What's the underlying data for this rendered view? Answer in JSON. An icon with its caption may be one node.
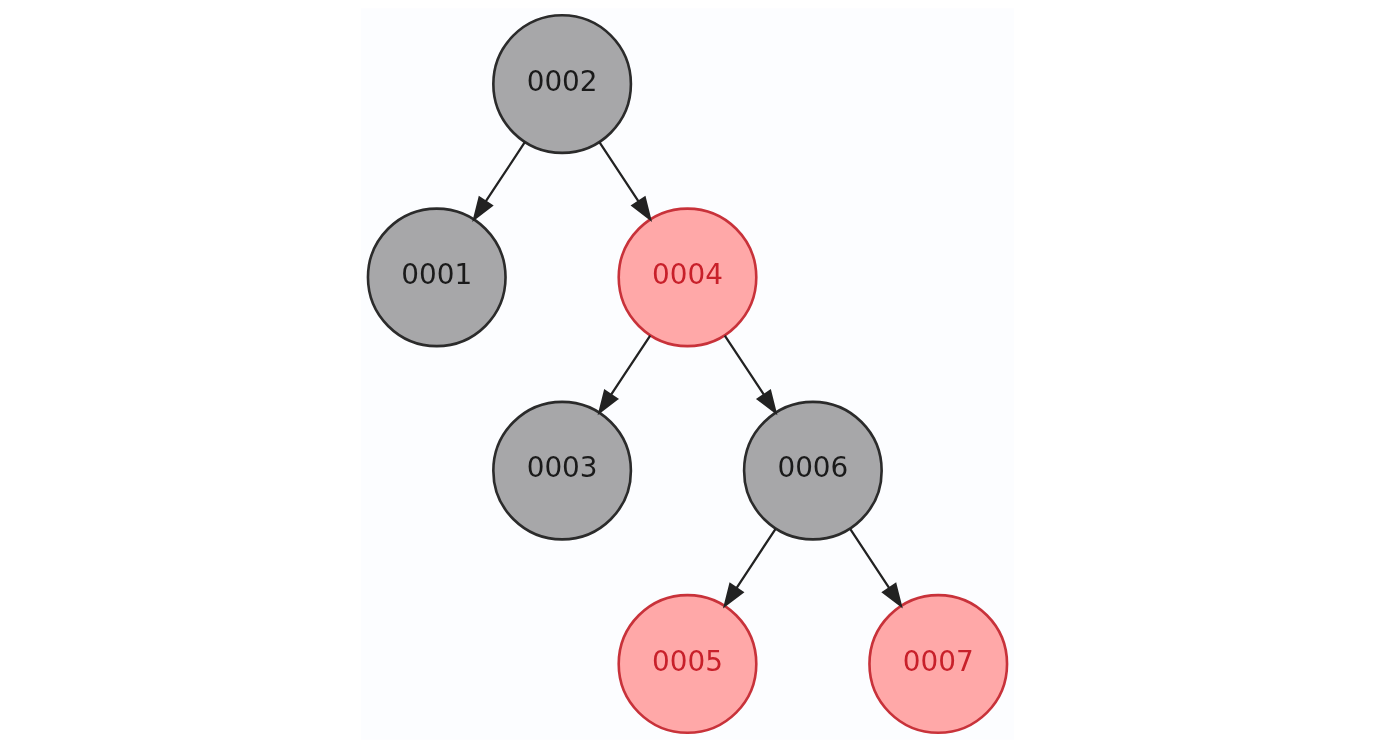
{
  "diagram": {
    "nodes": [
      {
        "text": [
          "0002"
        ]
      },
      {
        "text": [
          "0001"
        ]
      },
      {
        "text": [
          "0004"
        ]
      },
      {
        "text": [
          "0003"
        ]
      },
      {
        "text": [
          "0006"
        ]
      },
      {
        "text": [
          "0005"
        ]
      },
      {
        "text": [
          "0007"
        ]
      }
    ],
    "edges": [
      {
        "from": 0,
        "to": 1,
        "arrow": "to"
      },
      {
        "from": 0,
        "to": 2,
        "arrow": "to"
      },
      {
        "from": 2,
        "to": 3,
        "arrow": "to"
      },
      {
        "from": 2,
        "to": 4,
        "arrow": "to"
      },
      {
        "from": 4,
        "to": 5,
        "arrow": "to"
      },
      {
        "from": 4,
        "to": 6,
        "arrow": "to"
      }
    ]
  }
}
